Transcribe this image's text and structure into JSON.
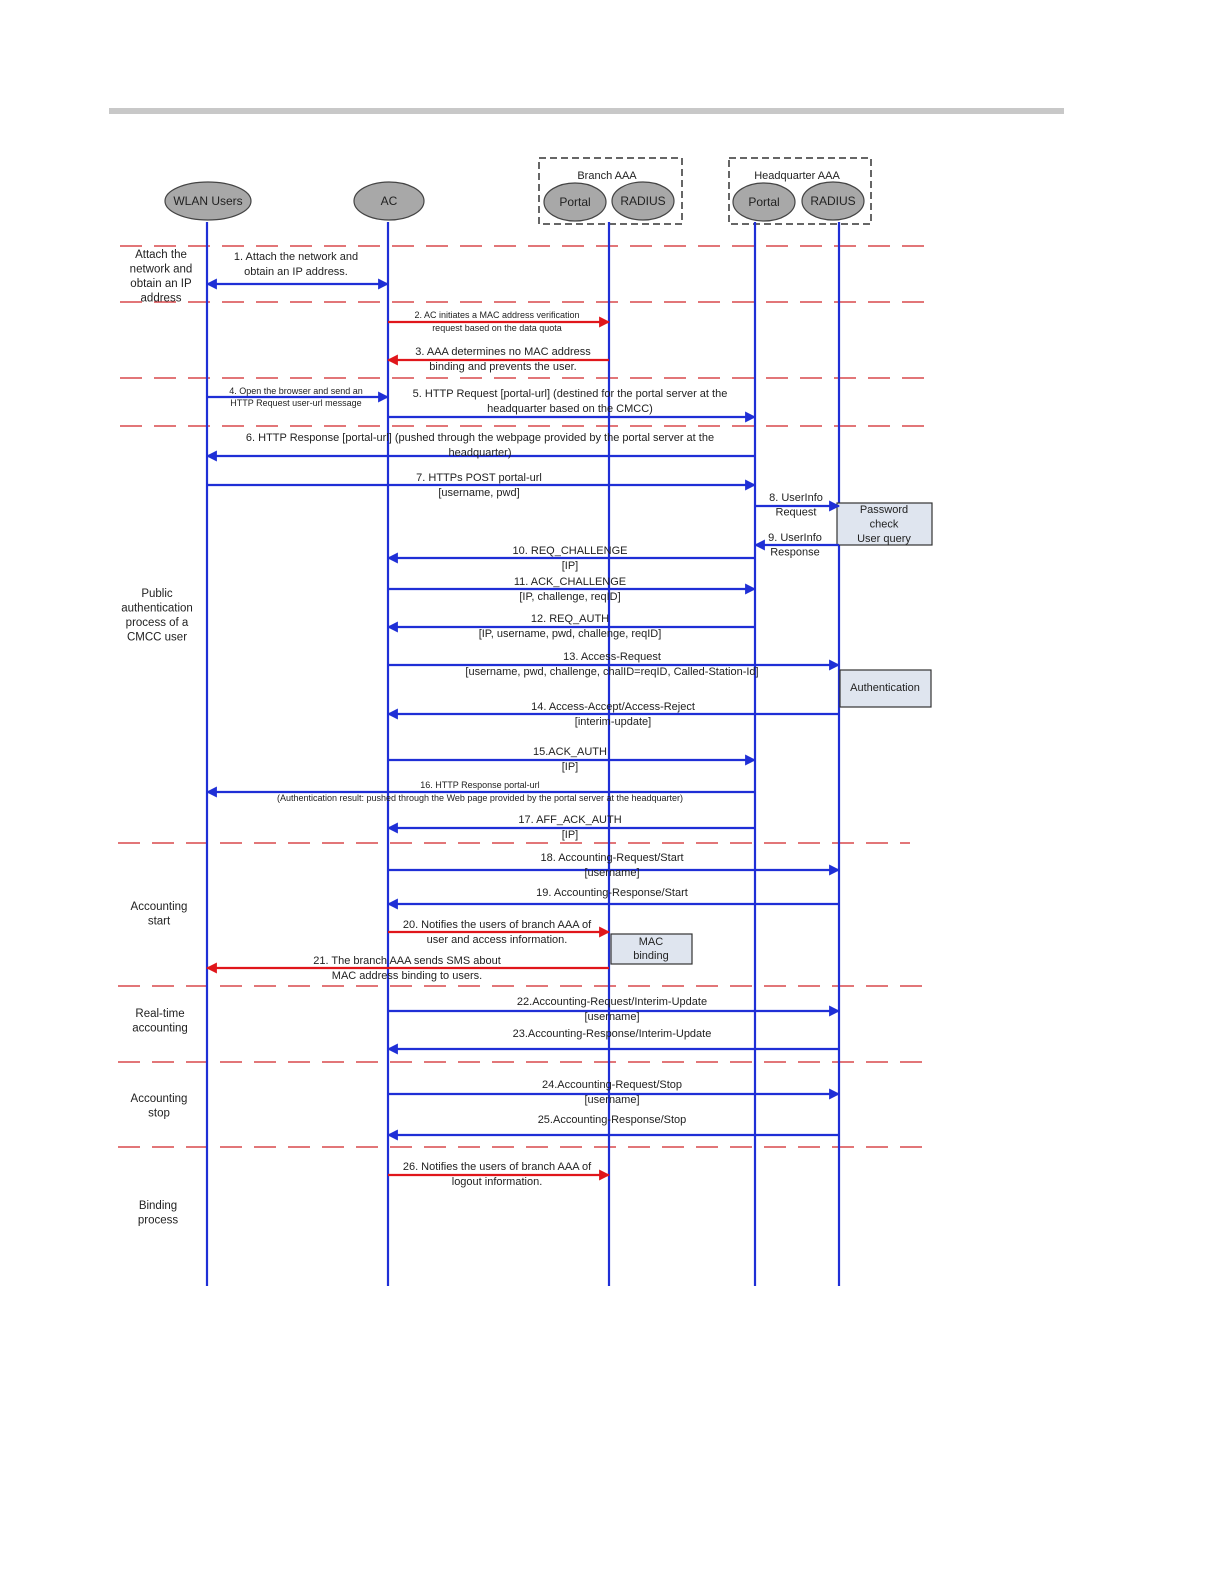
{
  "groups": {
    "branch": "Branch AAA",
    "headquarter": "Headquarter AAA"
  },
  "actors": [
    {
      "id": "wlan",
      "label": "WLAN Users"
    },
    {
      "id": "ac",
      "label": "AC"
    },
    {
      "id": "bportal",
      "label": "Portal"
    },
    {
      "id": "bradius",
      "label": "RADIUS"
    },
    {
      "id": "hportal",
      "label": "Portal"
    },
    {
      "id": "hradius",
      "label": "RADIUS"
    }
  ],
  "phases": [
    {
      "lines": [
        "Attach the",
        "network and",
        "obtain an IP",
        "address"
      ]
    },
    {
      "lines": [
        "Public",
        "authentication",
        "process of a",
        "CMCC user"
      ]
    },
    {
      "lines": [
        "Accounting",
        "start"
      ]
    },
    {
      "lines": [
        "Real-time",
        "accounting"
      ]
    },
    {
      "lines": [
        "Accounting",
        "stop"
      ]
    },
    {
      "lines": [
        "Binding",
        "process"
      ]
    }
  ],
  "messages": [
    {
      "lines": [
        "1. Attach the network and",
        "obtain an IP address."
      ]
    },
    {
      "lines": [
        "2. AC initiates a MAC address verification",
        "request based on the data quota"
      ]
    },
    {
      "lines": [
        "3. AAA determines no MAC address",
        "binding and prevents the user."
      ]
    },
    {
      "lines": [
        "4. Open the browser and send an",
        "HTTP Request user-url message"
      ]
    },
    {
      "lines": [
        "5. HTTP Request [portal-url] (destined for the portal server at the",
        "headquarter based on the CMCC)"
      ]
    },
    {
      "lines": [
        "6. HTTP Response [portal-url] (pushed through the webpage provided by the portal server at the",
        "headquarter)"
      ]
    },
    {
      "lines": [
        "7. HTTPs POST portal-url",
        "[username, pwd]"
      ]
    },
    {
      "lines": [
        "8. UserInfo",
        "Request"
      ]
    },
    {
      "lines": [
        "9. UserInfo",
        "Response"
      ]
    },
    {
      "lines": [
        "10. REQ_CHALLENGE",
        "[IP]"
      ]
    },
    {
      "lines": [
        "11. ACK_CHALLENGE",
        "[IP, challenge, reqID]"
      ]
    },
    {
      "lines": [
        "12. REQ_AUTH",
        "[IP, username, pwd, challenge, reqID]"
      ]
    },
    {
      "lines": [
        "13. Access-Request",
        "[username, pwd, challenge, chalID=reqID, Called-Station-Id]"
      ]
    },
    {
      "lines": [
        "14. Access-Accept/Access-Reject",
        "[interim-update]"
      ]
    },
    {
      "lines": [
        "15.ACK_AUTH",
        "[IP]"
      ]
    },
    {
      "lines": [
        "16. HTTP Response portal-url",
        "(Authentication result: pushed through the Web page provided by the portal server at the headquarter)"
      ]
    },
    {
      "lines": [
        "17. AFF_ACK_AUTH",
        "[IP]"
      ]
    },
    {
      "lines": [
        "18. Accounting-Request/Start",
        "[username]"
      ]
    },
    {
      "lines": [
        "19. Accounting-Response/Start"
      ]
    },
    {
      "lines": [
        "20. Notifies the users of branch AAA of",
        "user and access information."
      ]
    },
    {
      "lines": [
        "21. The branch AAA sends SMS about",
        "MAC address binding to users."
      ]
    },
    {
      "lines": [
        "22.Accounting-Request/Interim-Update",
        "[username]"
      ]
    },
    {
      "lines": [
        "23.Accounting-Response/Interim-Update"
      ]
    },
    {
      "lines": [
        "24.Accounting-Request/Stop",
        "[username]"
      ]
    },
    {
      "lines": [
        "25.Accounting-Response/Stop"
      ]
    },
    {
      "lines": [
        "26. Notifies the users of branch AAA of",
        "logout information."
      ]
    }
  ],
  "notes": [
    {
      "lines": [
        "Password",
        "check",
        "User query"
      ]
    },
    {
      "lines": [
        "Authentication"
      ]
    },
    {
      "lines": [
        "MAC",
        "binding"
      ]
    }
  ],
  "colors": {
    "lifeline": "#1f2fd6",
    "red_arrow": "#e0161b",
    "divider": "#d9484c",
    "actor_fill": "#a8a8a8",
    "header_bar": "#c8c8c8"
  }
}
